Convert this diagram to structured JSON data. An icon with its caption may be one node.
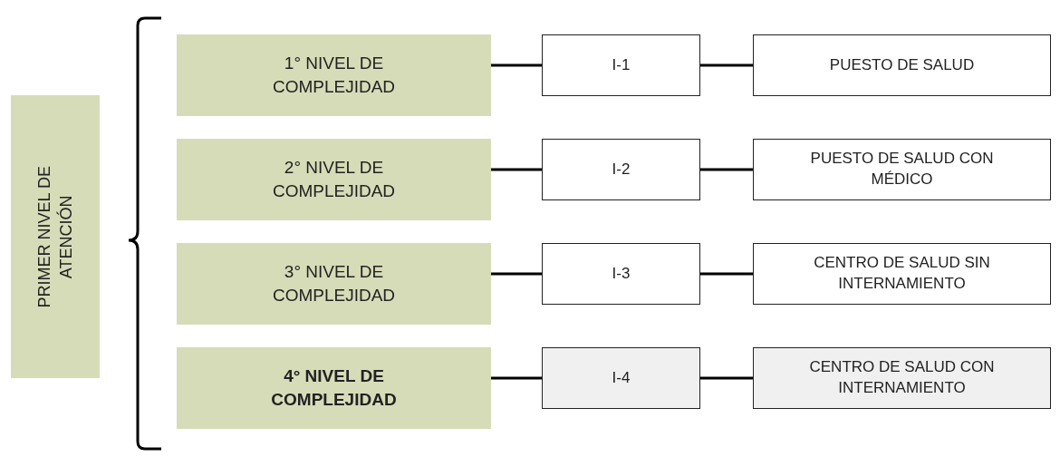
{
  "diagram": {
    "nodes": [
      {
        "text": [
          "PRIMER NIVEL DE ATENCIÓN"
        ]
      },
      {
        "text": [
          "1° NIVEL DE COMPLEJIDAD"
        ]
      },
      {
        "text": [
          "I-1"
        ]
      },
      {
        "text": [
          "PUESTO DE SALUD"
        ]
      },
      {
        "text": [
          "2° NIVEL DE COMPLEJIDAD"
        ]
      },
      {
        "text": [
          "I-2"
        ]
      },
      {
        "text": [
          "PUESTO DE SALUD CON MÉDICO"
        ]
      },
      {
        "text": [
          "3° NIVEL DE COMPLEJIDAD"
        ]
      },
      {
        "text": [
          "I-3"
        ]
      },
      {
        "text": [
          "CENTRO DE SALUD SIN INTERNAMIENTO"
        ]
      },
      {
        "text": [
          "4° NIVEL DE COMPLEJIDAD"
        ]
      },
      {
        "text": [
          "I-4"
        ]
      },
      {
        "text": [
          "CENTRO DE SALUD CON INTERNAMIENTO"
        ]
      }
    ],
    "edges": [
      {
        "from": 1,
        "to": 2,
        "arrow": "none"
      },
      {
        "from": 2,
        "to": 3,
        "arrow": "none"
      },
      {
        "from": 4,
        "to": 5,
        "arrow": "none"
      },
      {
        "from": 5,
        "to": 6,
        "arrow": "none"
      },
      {
        "from": 7,
        "to": 8,
        "arrow": "none"
      },
      {
        "from": 8,
        "to": 9,
        "arrow": "none"
      },
      {
        "from": 10,
        "to": 11,
        "arrow": "none"
      },
      {
        "from": 11,
        "to": 12,
        "arrow": "none"
      }
    ]
  }
}
